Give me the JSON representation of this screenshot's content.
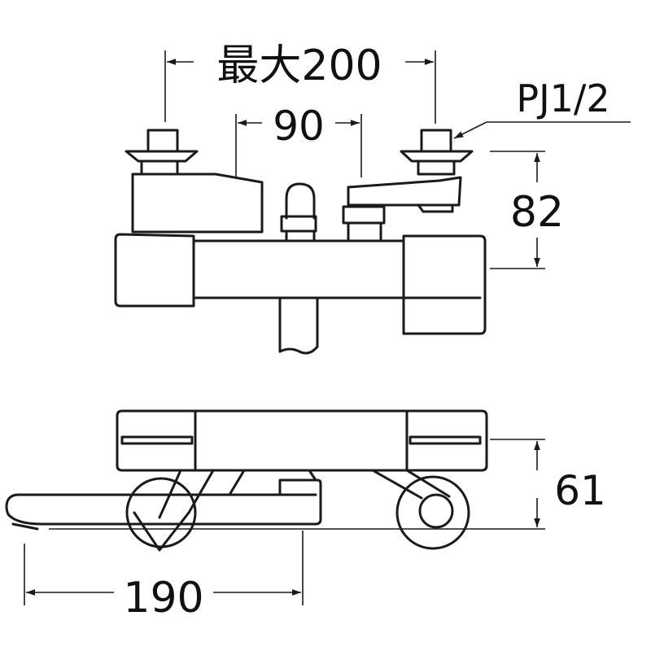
{
  "drawing": {
    "top_view": {
      "max_spacing_label": "最大200",
      "center_spacing_label": "90",
      "thread_label": "PJ1/2",
      "height_label": "82"
    },
    "side_view": {
      "projection_label": "61",
      "spout_length_label": "190"
    },
    "colors": {
      "ink": "#1a1a1a",
      "background": "#ffffff"
    }
  }
}
